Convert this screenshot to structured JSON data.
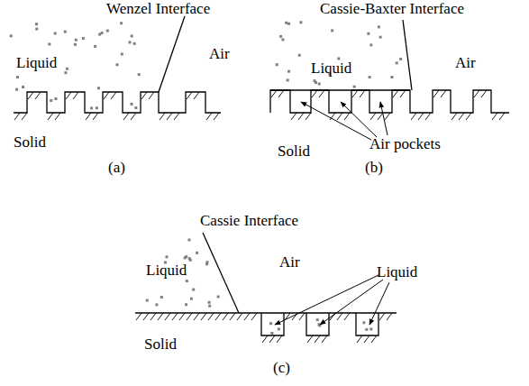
{
  "diagram": {
    "labels": [
      "Wenzel Interface",
      "Liquid",
      "Air",
      "Solid",
      "(a)",
      "Cassie-Baxter Interface",
      "Liquid",
      "Air",
      "Solid",
      "Air pockets",
      "(b)",
      "Cassie Interface",
      "Liquid",
      "Air",
      "Liquid",
      "Solid",
      "(c)"
    ]
  }
}
